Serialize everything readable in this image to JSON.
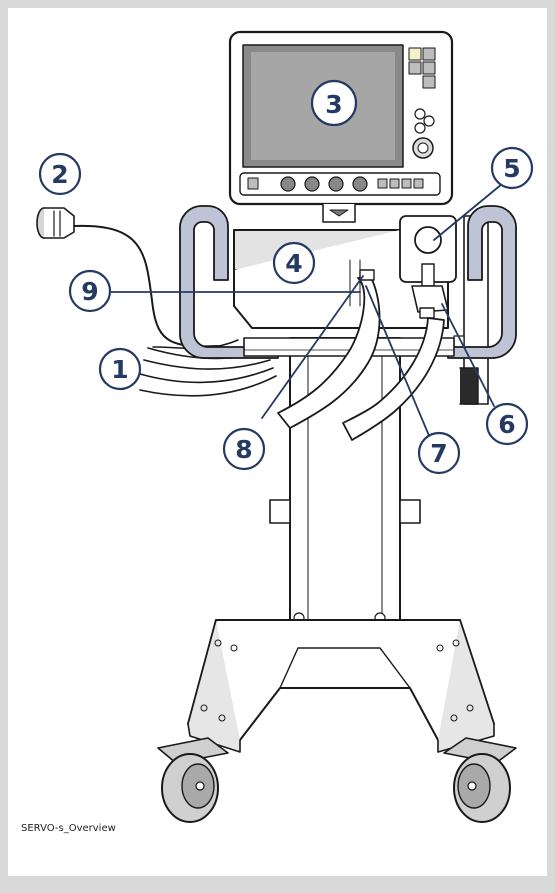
{
  "figure": {
    "caption": "SERVO-s_Overview"
  },
  "callouts": [
    {
      "number": "1"
    },
    {
      "number": "2"
    },
    {
      "number": "3"
    },
    {
      "number": "4"
    },
    {
      "number": "5"
    },
    {
      "number": "6"
    },
    {
      "number": "7"
    },
    {
      "number": "8"
    },
    {
      "number": "9"
    }
  ],
  "colors": {
    "frame": "#d9d9d9",
    "outline": "#1a1a1a",
    "callout_text": "#243a63",
    "callout_fill": "#ffffff",
    "handle_fill": "#bfc3d6",
    "screen_fill": "#8a8a8a",
    "cart_shade": "#e6e6e6"
  }
}
